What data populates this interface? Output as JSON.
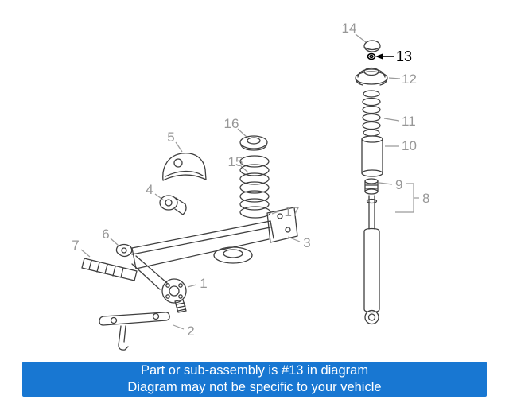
{
  "diagram": {
    "highlighted_part": "13",
    "colors": {
      "line_art": "#3f3f3f",
      "label_gray": "#979797",
      "highlight": "#000000"
    },
    "labels": {
      "14": "14",
      "13": "13",
      "12": "12",
      "11": "11",
      "10": "10",
      "9": "9",
      "8": "8",
      "16": "16",
      "15": "15",
      "17": "17",
      "5": "5",
      "4": "4",
      "6": "6",
      "7": "7",
      "3": "3",
      "1": "1",
      "2": "2"
    }
  },
  "banner": {
    "line1": "Part or sub-assembly is #13 in diagram",
    "line2": "Diagram may not be specific to your vehicle",
    "background_color": "#1877d2",
    "text_color": "#ffffff"
  }
}
